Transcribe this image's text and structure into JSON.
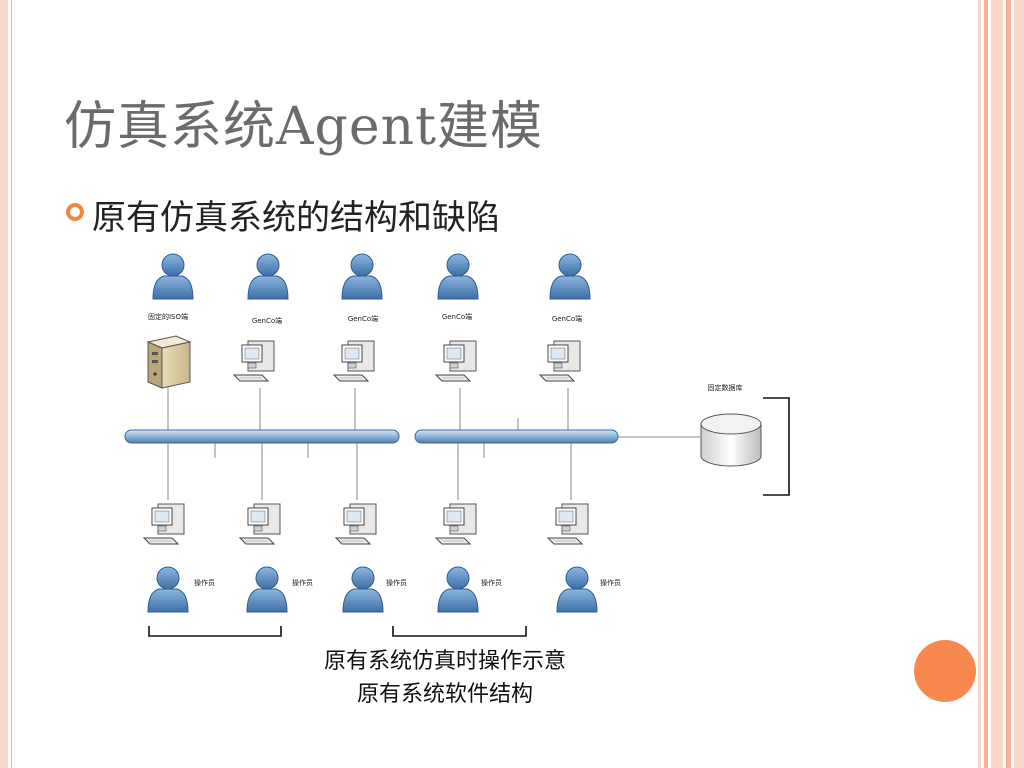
{
  "slide": {
    "title": "仿真系统Agent建模",
    "bullet": "原有仿真系统的结构和缺陷"
  },
  "diagram": {
    "top_labels": [
      "固定的ISO端",
      "GenCo端",
      "GenCo端",
      "GenCo端",
      "GenCo端"
    ],
    "db_label": "固定数据库",
    "operator_labels": [
      "操作员",
      "操作员",
      "操作员",
      "操作员",
      "操作员"
    ],
    "caption_line1": "原有系统仿真时操作示意",
    "caption_line2": "原有系统软件结构"
  },
  "colors": {
    "accent": "#f0883e",
    "frame": "#f9d7c9",
    "bus": "#9dbfe0",
    "user": "#5b8fc7"
  }
}
